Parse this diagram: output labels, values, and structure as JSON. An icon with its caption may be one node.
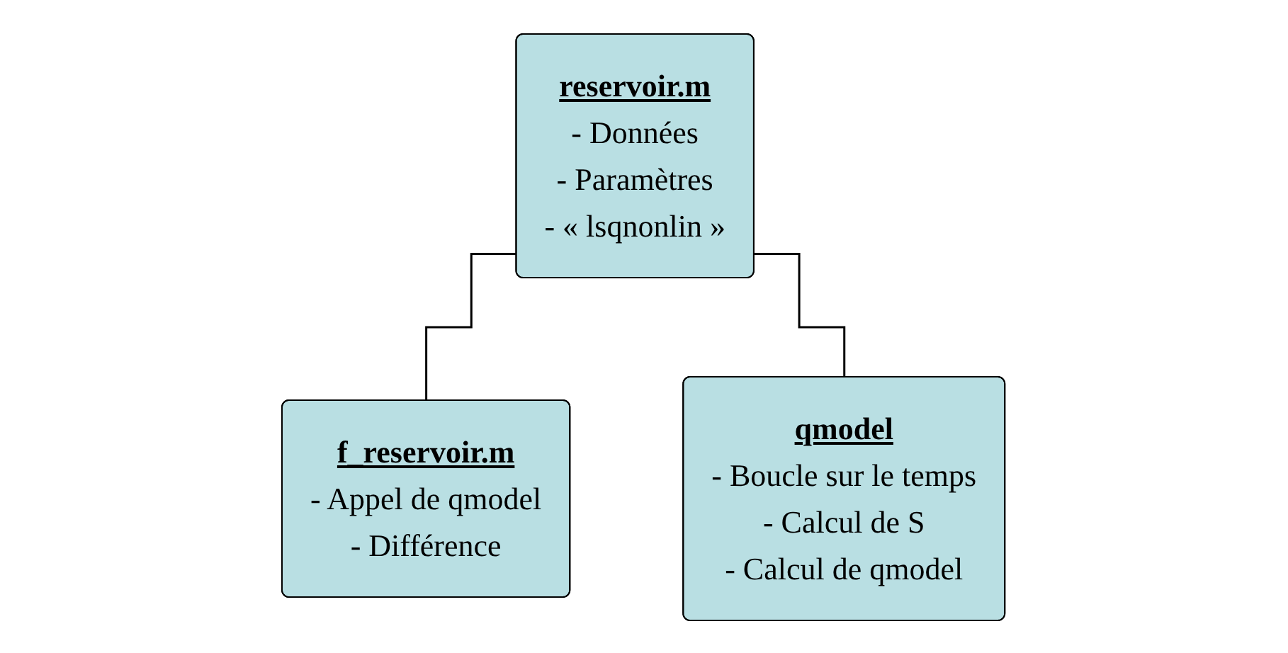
{
  "diagram": {
    "nodes": [
      {
        "text": [
          "reservoir.m",
          "- Données",
          "- Paramètres",
          "- « lsqnonlin »"
        ]
      },
      {
        "text": [
          "f_reservoir.m",
          "- Appel de qmodel",
          "- Différence"
        ]
      },
      {
        "text": [
          "qmodel",
          "- Boucle sur le temps",
          "- Calcul de S",
          "- Calcul de qmodel"
        ]
      }
    ],
    "edges": [
      {
        "from": 0,
        "to": 1,
        "arrow": "none"
      },
      {
        "from": 0,
        "to": 2,
        "arrow": "none"
      }
    ]
  }
}
